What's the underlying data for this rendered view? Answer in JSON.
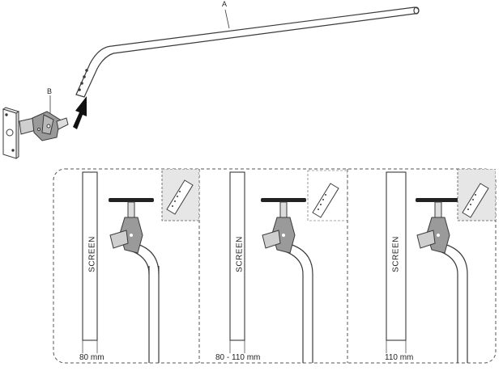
{
  "labels": {
    "part_a": "A",
    "part_b": "B"
  },
  "panels": [
    {
      "screen_label": "SCREEN",
      "distance": "80 mm"
    },
    {
      "screen_label": "SCREEN",
      "distance": "80 - 110 mm"
    },
    {
      "screen_label": "SCREEN",
      "distance": "110 mm"
    }
  ],
  "colors": {
    "line": "#3a3a3a",
    "bracket_fill": "#9a9a9a",
    "inset_fill": "#e6e6e6",
    "dashed_border": "#555555"
  },
  "icons": {
    "insert_arrow": "up-right-arrow-icon"
  }
}
